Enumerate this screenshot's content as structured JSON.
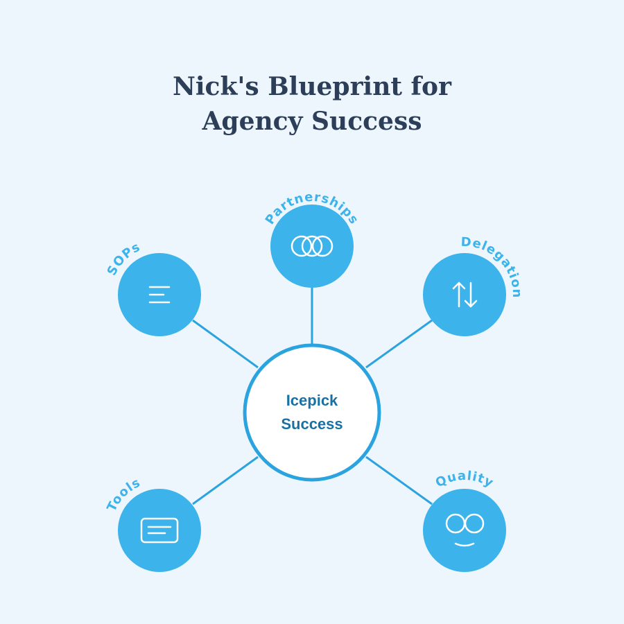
{
  "title": {
    "line1": "Nick's Blueprint for",
    "line2": "Agency Success"
  },
  "hub": {
    "line1": "Icepick",
    "line2": "Success"
  },
  "nodes": [
    {
      "id": "partnerships",
      "label": "Partnerships",
      "icon": "rings-icon"
    },
    {
      "id": "sops",
      "label": "SOPs",
      "icon": "align-lines-icon"
    },
    {
      "id": "delegation",
      "label": "Delegation",
      "icon": "swap-arrows-icon"
    },
    {
      "id": "tools",
      "label": "Tools",
      "icon": "card-icon"
    },
    {
      "id": "quality",
      "label": "Quality",
      "icon": "smile-eyes-icon"
    }
  ],
  "colors": {
    "background": "#eef6fd",
    "node_fill": "#3cb3ea",
    "connector": "#2aa3df",
    "hub_text": "#1970a5",
    "title": "#2c3e58",
    "icon_stroke": "#ffffff"
  }
}
